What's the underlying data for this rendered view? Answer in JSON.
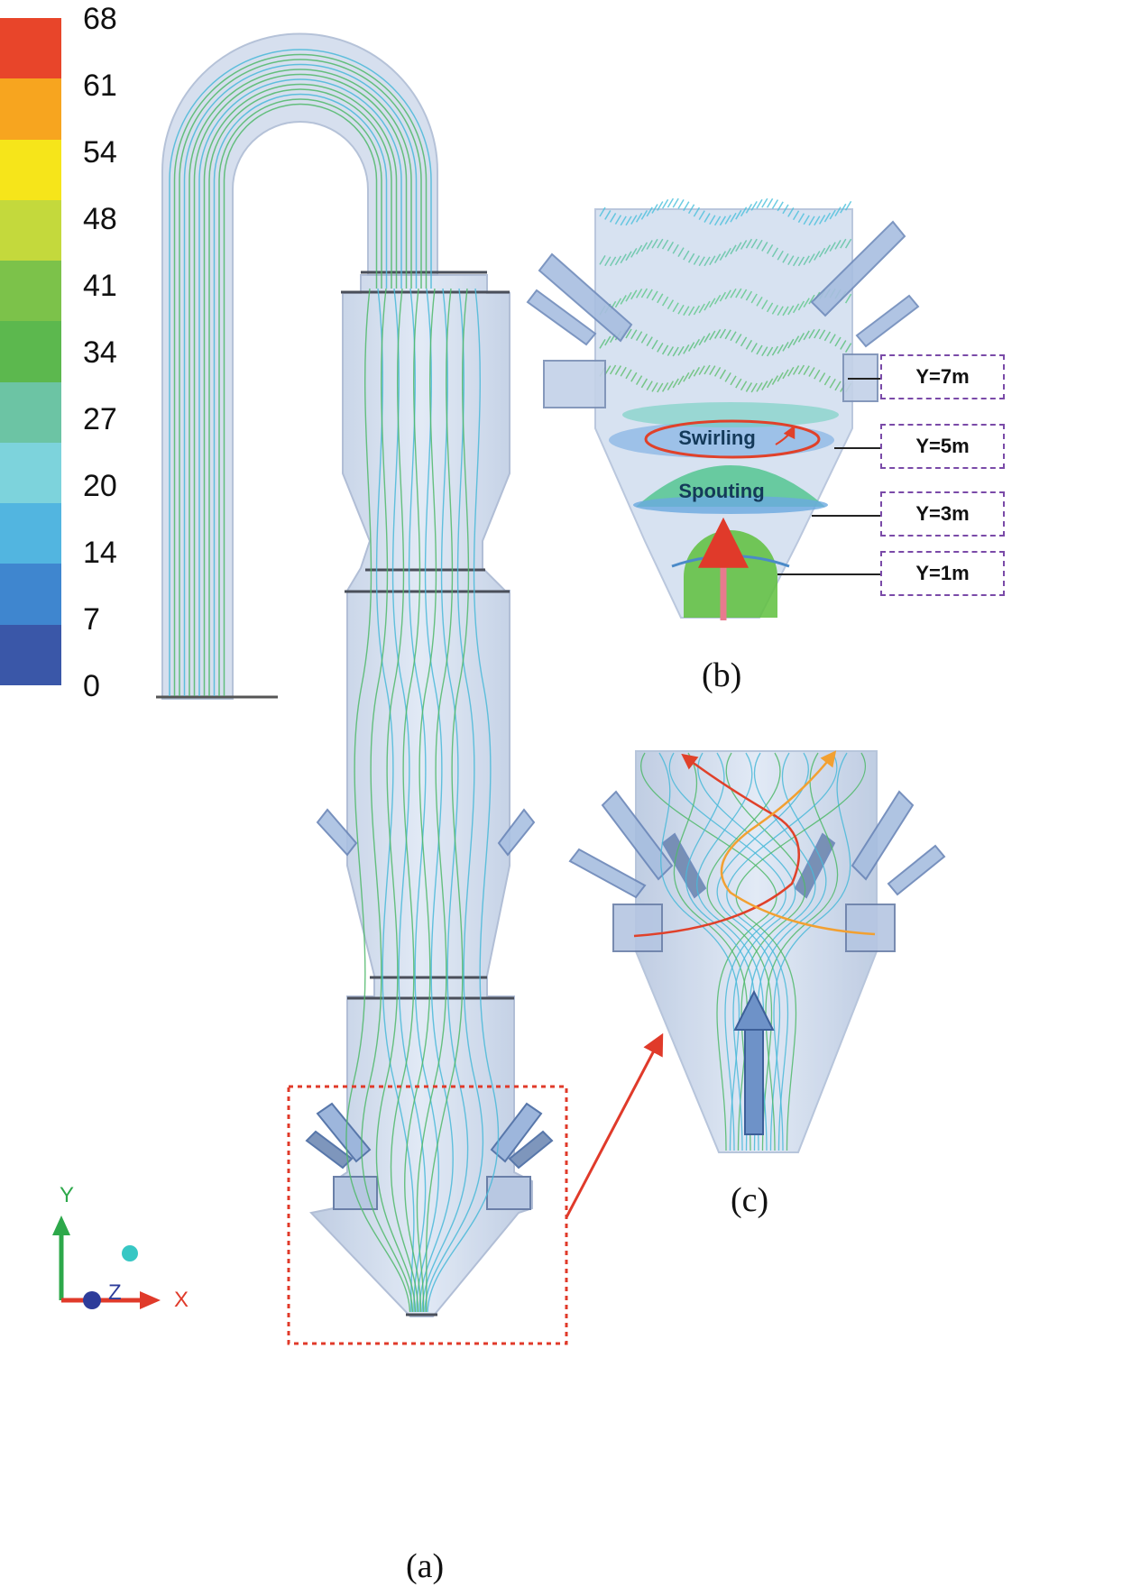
{
  "colorbar": {
    "ticks": [
      "68",
      "61",
      "54",
      "48",
      "41",
      "34",
      "27",
      "20",
      "14",
      "7",
      "0"
    ],
    "colors": [
      "#e8452a",
      "#f7a51f",
      "#f6e51a",
      "#c4d93c",
      "#7cc24a",
      "#5cb84e",
      "#6cc4a4",
      "#7dd3dc",
      "#52b5e0",
      "#3f86cf",
      "#3a57a8"
    ]
  },
  "panels": {
    "a": {
      "caption": "(a)"
    },
    "b": {
      "caption": "(b)",
      "swirling": "Swirling",
      "spouting": "Spouting",
      "levels": [
        "Y=7m",
        "Y=5m",
        "Y=3m",
        "Y=1m"
      ]
    },
    "c": {
      "caption": "(c)"
    }
  },
  "axes": {
    "y": "Y",
    "x": "X",
    "z": "Z"
  },
  "colors": {
    "vessel": "#c9d6ea",
    "streamline_green": "#4fb86a",
    "streamline_cyan": "#49b8d8",
    "highlight_box": "#e03a2a"
  }
}
